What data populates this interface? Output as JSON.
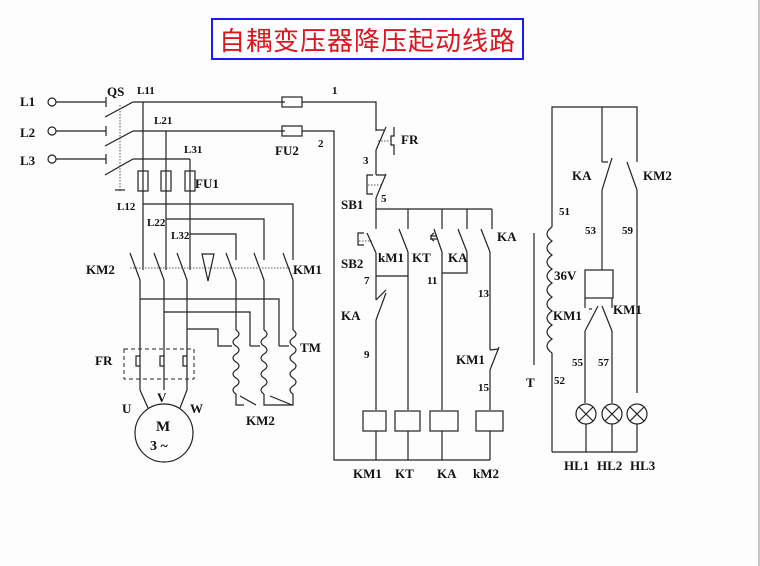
{
  "title": "自耦变压器降压起动线路",
  "colors": {
    "title_text": "#e0141e",
    "title_border": "#1a1aff",
    "wire": "#222222"
  },
  "main_circuit": {
    "phases": [
      "L1",
      "L2",
      "L3"
    ],
    "switch": "QS",
    "nodes_upper": [
      "L11",
      "L21",
      "L31"
    ],
    "fuse": "FU1",
    "nodes_lower": [
      "L12",
      "L22",
      "L32"
    ],
    "contactor_left": "KM2",
    "contactor_right": "KM1",
    "autotransformer": "TM",
    "thermal_relay": "FR",
    "motor_terminals": [
      "U",
      "V",
      "W"
    ],
    "motor_label": "M",
    "motor_type": "3 ~",
    "star_contact": "KM2"
  },
  "control_circuit": {
    "fuse": "FU2",
    "wire_numbers": [
      "1",
      "2",
      "3",
      "5",
      "7",
      "9",
      "11",
      "13",
      "15"
    ],
    "thermal_contact": "FR",
    "stop_button": "SB1",
    "start_button": "SB2",
    "contacts": [
      "kM1",
      "KT",
      "KA",
      "KA",
      "KA",
      "KM1"
    ],
    "coils": [
      "KM1",
      "KT",
      "KA",
      "kM2"
    ]
  },
  "indicator_circuit": {
    "transformer": "T",
    "voltage": "36V",
    "wire_numbers": [
      "51",
      "52",
      "53",
      "55",
      "57",
      "59"
    ],
    "contacts": [
      "KA",
      "KM2",
      "KM1",
      "KM1"
    ],
    "lamps": [
      "HL1",
      "HL2",
      "HL3"
    ]
  }
}
